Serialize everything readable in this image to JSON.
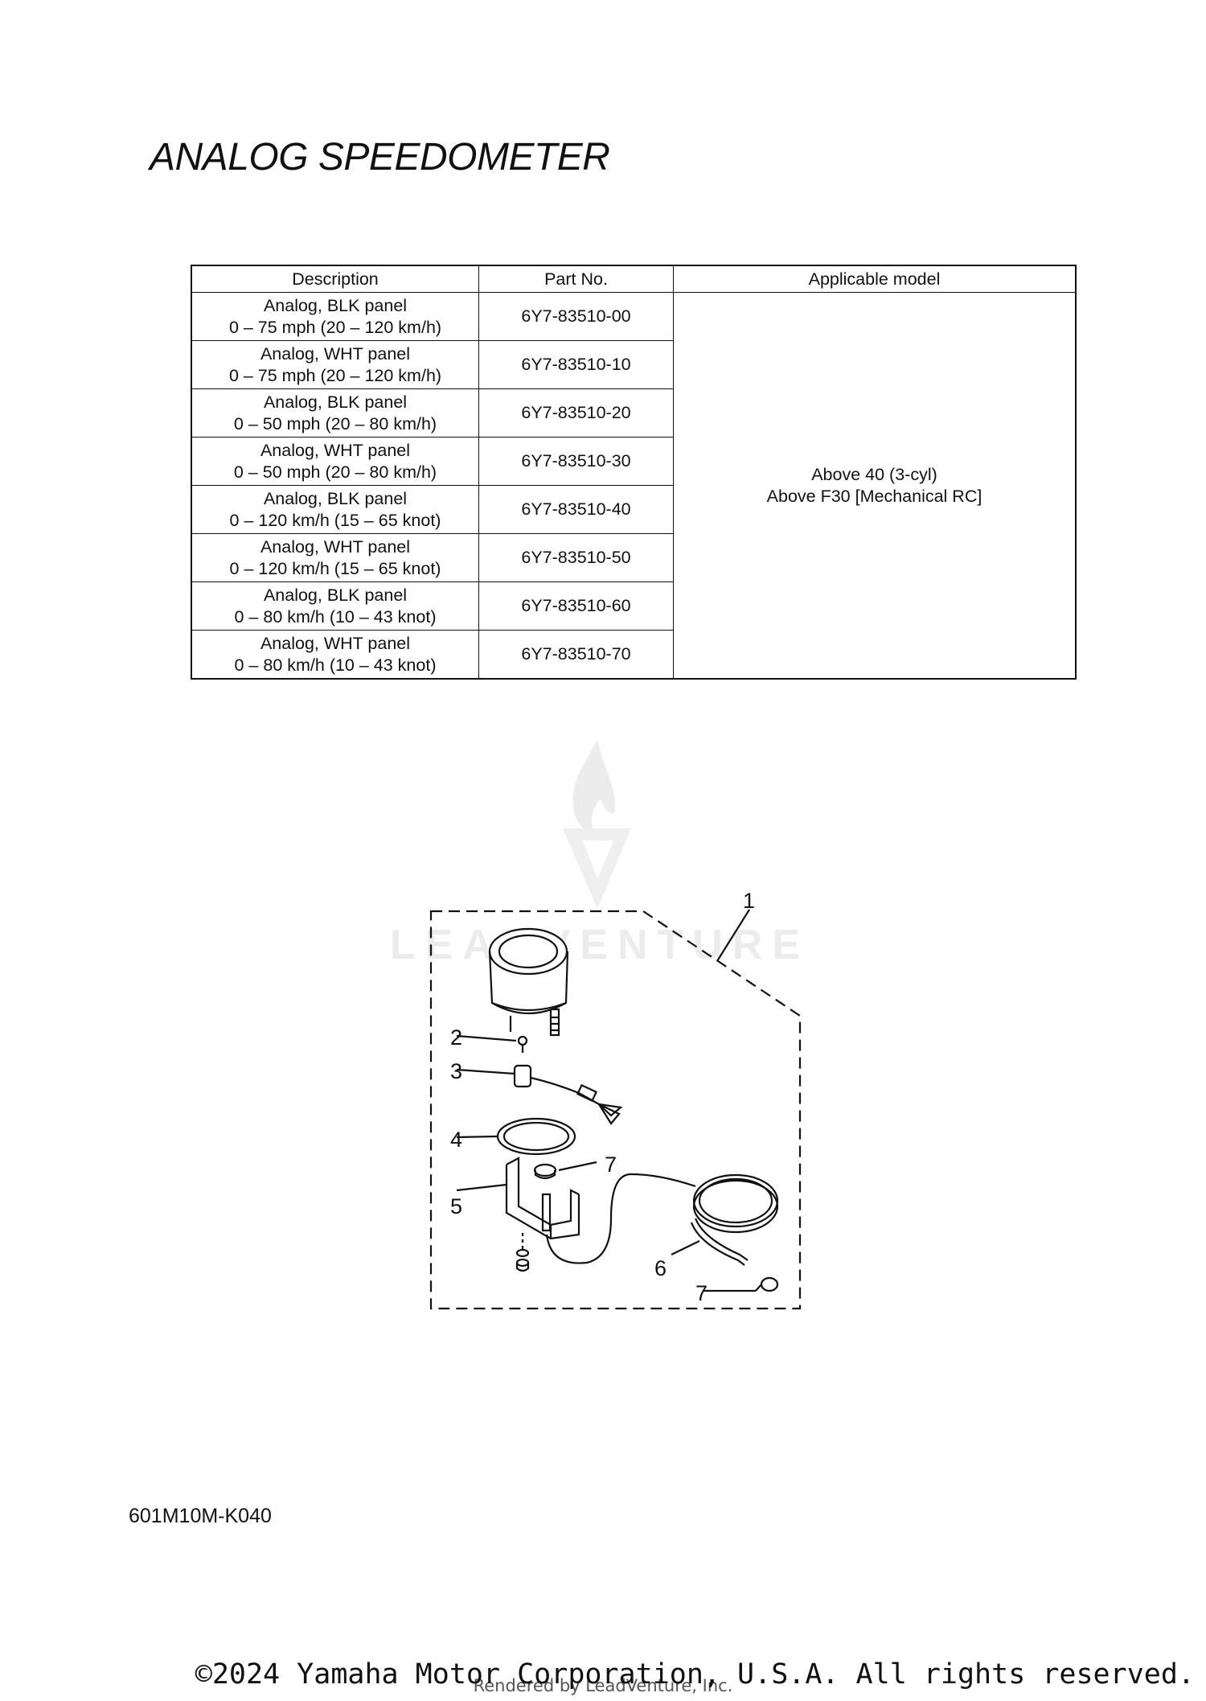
{
  "page": {
    "title": "ANALOG SPEEDOMETER",
    "document_code": "601M10M-K040"
  },
  "table": {
    "headers": [
      "Description",
      "Part No.",
      "Applicable model"
    ],
    "rows": [
      {
        "desc1": "Analog, BLK panel",
        "desc2": "0 – 75 mph (20 – 120 km/h)",
        "part_no": "6Y7-83510-00"
      },
      {
        "desc1": "Analog, WHT panel",
        "desc2": "0 – 75 mph (20 – 120 km/h)",
        "part_no": "6Y7-83510-10"
      },
      {
        "desc1": "Analog, BLK panel",
        "desc2": "0 – 50 mph (20 – 80 km/h)",
        "part_no": "6Y7-83510-20"
      },
      {
        "desc1": "Analog, WHT panel",
        "desc2": "0 – 50 mph (20 – 80 km/h)",
        "part_no": "6Y7-83510-30"
      },
      {
        "desc1": "Analog, BLK panel",
        "desc2": "0 – 120 km/h (15 – 65 knot)",
        "part_no": "6Y7-83510-40"
      },
      {
        "desc1": "Analog, WHT panel",
        "desc2": "0 – 120 km/h (15 – 65 knot)",
        "part_no": "6Y7-83510-50"
      },
      {
        "desc1": "Analog, BLK panel",
        "desc2": "0 – 80 km/h (10 – 43 knot)",
        "part_no": "6Y7-83510-60"
      },
      {
        "desc1": "Analog, WHT panel",
        "desc2": "0 – 80 km/h (10 – 43 knot)",
        "part_no": "6Y7-83510-70"
      }
    ],
    "applicable_model": [
      "Above 40 (3-cyl)",
      "Above F30 [Mechanical RC]"
    ]
  },
  "diagram": {
    "callouts": [
      "1",
      "2",
      "3",
      "4",
      "5",
      "7",
      "6",
      "7"
    ]
  },
  "watermark": {
    "text": "LEADVENTURE"
  },
  "footer": {
    "rendered_by": "Rendered by LeadVenture, Inc.",
    "copyright": "©2024 Yamaha Motor Corporation, U.S.A. All rights reserved."
  }
}
